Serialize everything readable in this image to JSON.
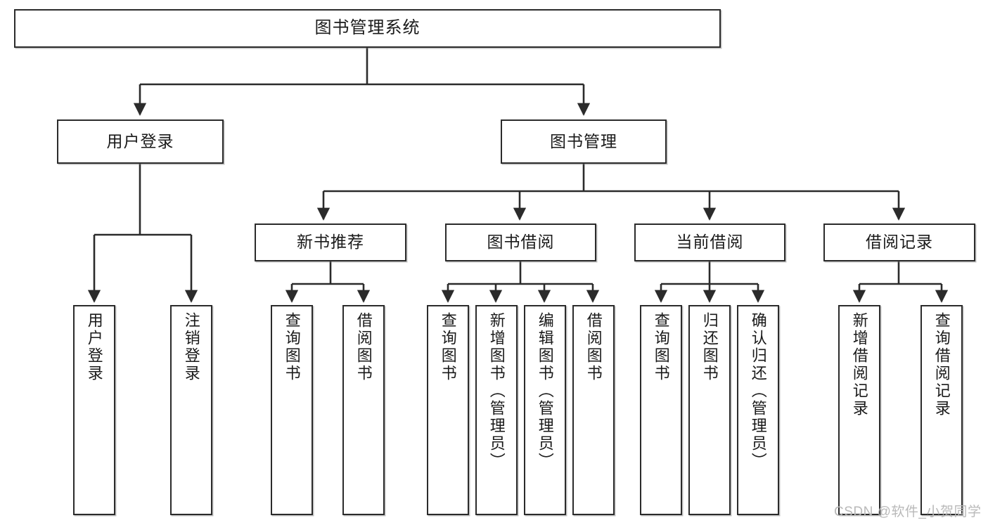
{
  "diagram": {
    "title": "图书管理系统",
    "watermark": "CSDN @软件_小贺同学",
    "line_color": "#2b2b2b",
    "box_fill": "#ffffff",
    "text_color": "#1a1a1a",
    "watermark_color": "#b9b9b9",
    "root": {
      "label": "图书管理系统"
    },
    "level2": [
      {
        "label": "用户登录"
      },
      {
        "label": "图书管理"
      }
    ],
    "level3": [
      {
        "label": "新书推荐"
      },
      {
        "label": "图书借阅"
      },
      {
        "label": "当前借阅"
      },
      {
        "label": "借阅记录"
      }
    ],
    "leaves": [
      {
        "label": "用户登录",
        "parent": "用户登录"
      },
      {
        "label": "注销登录",
        "parent": "用户登录"
      },
      {
        "label": "查询图书",
        "parent": "新书推荐"
      },
      {
        "label": "借阅图书",
        "parent": "新书推荐"
      },
      {
        "label": "查询图书",
        "parent": "图书借阅"
      },
      {
        "label": "新增图书（管理员）",
        "parent": "图书借阅"
      },
      {
        "label": "编辑图书（管理员）",
        "parent": "图书借阅"
      },
      {
        "label": "借阅图书",
        "parent": "图书借阅"
      },
      {
        "label": "查询图书",
        "parent": "当前借阅"
      },
      {
        "label": "归还图书",
        "parent": "当前借阅"
      },
      {
        "label": "确认归还（管理员）",
        "parent": "当前借阅"
      },
      {
        "label": "新增借阅记录",
        "parent": "借阅记录"
      },
      {
        "label": "查询借阅记录",
        "parent": "借阅记录"
      }
    ]
  }
}
